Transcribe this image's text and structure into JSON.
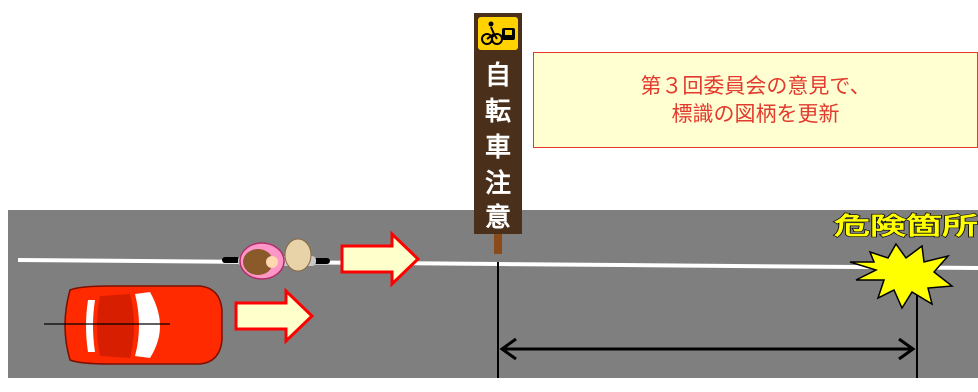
{
  "note": {
    "line1": "第３回委員会の意見で、",
    "line2": "標識の図柄を更新"
  },
  "sign": {
    "chars": [
      "自",
      "転",
      "車",
      "注",
      "意"
    ]
  },
  "danger": {
    "label": "危険箇所"
  },
  "colors": {
    "road": "#7f7f7f",
    "lane_marking": "#ffffff",
    "sign_board": "#4a2f1a",
    "sign_pole": "#8a4a1a",
    "car_body": "#ff2a00",
    "arrow_fill": "#ffffcc",
    "arrow_stroke": "#ff0000",
    "burst": "#ffff00",
    "note_border": "#e23a2e",
    "note_fill": "#ffffd2"
  },
  "icons": {
    "sign_pictogram": "cyclist-and-car-icon",
    "burst": "explosion-burst-icon",
    "car": "red-car-icon",
    "cyclist": "cyclist-icon"
  }
}
